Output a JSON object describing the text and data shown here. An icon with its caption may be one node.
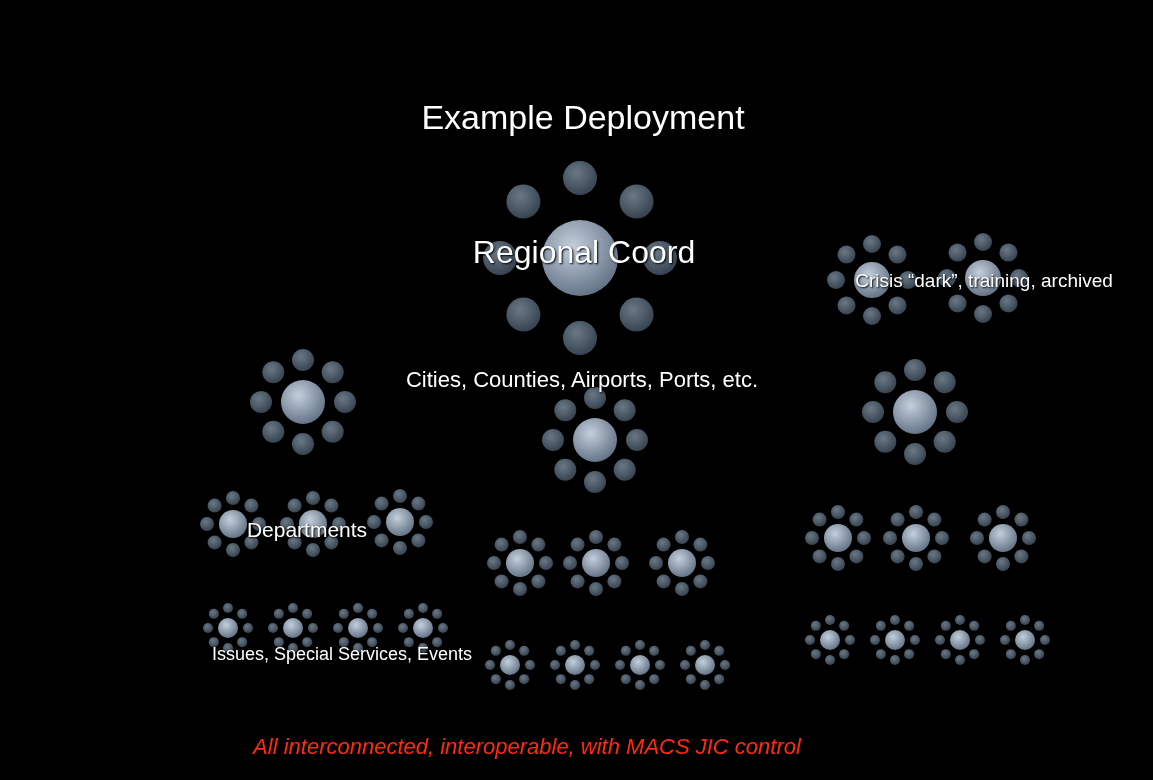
{
  "diagram": {
    "title": "Example Deployment",
    "caption": "All interconnected, interoperable, with MACS JIC control",
    "nodes": [
      {
        "text": [],
        "shape": "circle"
      },
      {
        "text": [],
        "shape": "circle"
      },
      {
        "text": [],
        "shape": "circle"
      },
      {
        "text": [],
        "shape": "circle"
      },
      {
        "text": [],
        "shape": "circle"
      },
      {
        "text": [],
        "shape": "circle"
      },
      {
        "text": [],
        "shape": "circle"
      },
      {
        "text": [],
        "shape": "circle"
      },
      {
        "text": [],
        "shape": "circle"
      },
      {
        "text": [],
        "shape": "circle"
      },
      {
        "text": [],
        "shape": "circle"
      },
      {
        "text": [],
        "shape": "circle"
      },
      {
        "text": [],
        "shape": "circle"
      },
      {
        "text": [],
        "shape": "circle"
      },
      {
        "text": [],
        "shape": "circle"
      },
      {
        "text": [],
        "shape": "circle"
      },
      {
        "text": [],
        "shape": "circle"
      },
      {
        "text": [],
        "shape": "circle"
      },
      {
        "text": [],
        "shape": "circle"
      },
      {
        "text": [],
        "shape": "circle"
      },
      {
        "text": [],
        "shape": "circle"
      },
      {
        "text": [],
        "shape": "circle"
      },
      {
        "text": [],
        "shape": "circle"
      },
      {
        "text": [],
        "shape": "circle"
      },
      {
        "text": [],
        "shape": "circle"
      },
      {
        "text": [],
        "shape": "circle"
      },
      {
        "text": [],
        "shape": "circle"
      }
    ],
    "labels": [
      "Regional Coord",
      "Crisis “dark”, training, archived",
      "Cities, Counties, Airports, Ports, etc.",
      "Departments",
      "Issues, Special Services, Events"
    ]
  }
}
